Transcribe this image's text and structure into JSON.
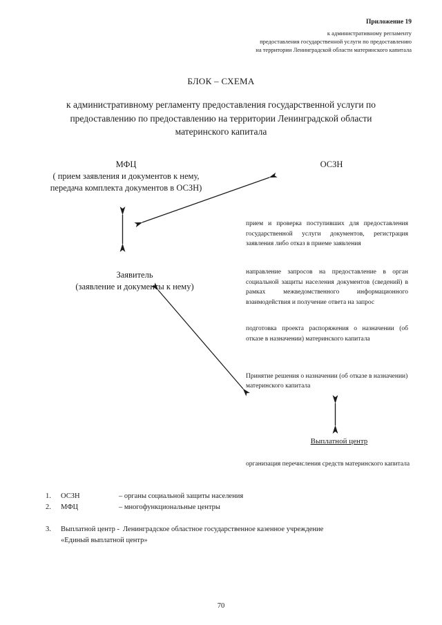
{
  "document": {
    "page_number": "70"
  },
  "header": {
    "appendix_label": "Приложение 19",
    "lines": [
      "к административному регламенту",
      "предоставления  государственной услуги по предоставлению",
      "на территории Ленинградской области материнского капитала"
    ]
  },
  "titles": {
    "block_scheme": "БЛОК – СХЕМА",
    "regulation": "к  административному регламенту предоставления государственной услуги по  предоставлению  по предоставлению на территории Ленинградской области материнского капитала"
  },
  "nodes": {
    "mfc": {
      "title": "МФЦ",
      "subtitle": "( прием заявления и документов к нему, передача комплекта документов в ОСЗН)"
    },
    "oszn": {
      "title": "ОСЗН"
    },
    "applicant": {
      "title": "Заявитель",
      "subtitle": "(заявление и документы к нему)"
    },
    "payment_center": {
      "title": "Выплатной центр"
    }
  },
  "processes": {
    "intake": "прием и  проверка  поступивших для предоставления государственной   услуги документов, регистрация заявления либо отказ в приеме заявления",
    "requests": "направление запросов на предоставление в орган социальной защиты населения документов (сведений) в рамках межведомственного информационного взаимодействия и получение ответа на запрос",
    "draft_order": "подготовка проекта распоряжения о назначении (об отказе в назначении) материнского капитала",
    "decision": "Принятие решения о назначении (об отказе в назначении) материнского капитала",
    "transfer": "организация перечисления средств материнского капитала"
  },
  "legend": {
    "items": [
      {
        "number": "1.",
        "abbr": "ОСЗН",
        "dash": "– ",
        "definition": "органы социальной защиты населения"
      },
      {
        "number": "2.",
        "abbr": "МФЦ",
        "dash": "– ",
        "definition": "многофункциональные центры"
      }
    ],
    "item3": {
      "number": "3.",
      "abbr": "Выплатной центр -",
      "definition": "Ленинградское  областное  государственное  казенное  учреждение",
      "continuation": "«Единый выплатной центр»"
    }
  },
  "colors": {
    "text": "#1a1a1a",
    "arrow": "#1a1a1a",
    "page_background": "#ffffff"
  },
  "arrows": [
    {
      "name": "mfc-to-oszn",
      "type": "double-headed-diagonal"
    },
    {
      "name": "mfc-to-applicant",
      "type": "double-headed-vertical"
    },
    {
      "name": "applicant-to-decision",
      "type": "double-headed-diagonal"
    },
    {
      "name": "decision-to-payment-center",
      "type": "double-headed-vertical"
    }
  ]
}
